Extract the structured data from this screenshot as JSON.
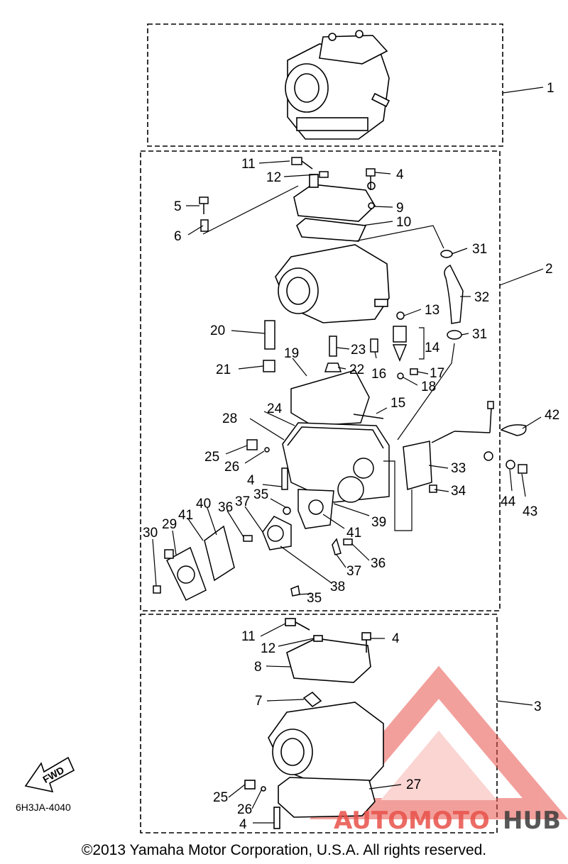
{
  "callouts": [
    {
      "id": "c1",
      "text": "1"
    },
    {
      "id": "c2",
      "text": "2"
    },
    {
      "id": "c3",
      "text": "3"
    },
    {
      "id": "c4a",
      "text": "4"
    },
    {
      "id": "c5",
      "text": "5"
    },
    {
      "id": "c6",
      "text": "6"
    },
    {
      "id": "c9",
      "text": "9"
    },
    {
      "id": "c10",
      "text": "10"
    },
    {
      "id": "c11a",
      "text": "11"
    },
    {
      "id": "c12a",
      "text": "12"
    },
    {
      "id": "c31a",
      "text": "31"
    },
    {
      "id": "c32",
      "text": "32"
    },
    {
      "id": "c13",
      "text": "13"
    },
    {
      "id": "c31b",
      "text": "31"
    },
    {
      "id": "c14",
      "text": "14"
    },
    {
      "id": "c20",
      "text": "20"
    },
    {
      "id": "c23",
      "text": "23"
    },
    {
      "id": "c16",
      "text": "16"
    },
    {
      "id": "c21",
      "text": "21"
    },
    {
      "id": "c22",
      "text": "22"
    },
    {
      "id": "c19",
      "text": "19"
    },
    {
      "id": "c17",
      "text": "17"
    },
    {
      "id": "c18",
      "text": "18"
    },
    {
      "id": "c15",
      "text": "15"
    },
    {
      "id": "c24",
      "text": "24"
    },
    {
      "id": "c28",
      "text": "28"
    },
    {
      "id": "c42",
      "text": "42"
    },
    {
      "id": "c25a",
      "text": "25"
    },
    {
      "id": "c26a",
      "text": "26"
    },
    {
      "id": "c33",
      "text": "33"
    },
    {
      "id": "c4b",
      "text": "4"
    },
    {
      "id": "c34",
      "text": "34"
    },
    {
      "id": "c35a",
      "text": "35"
    },
    {
      "id": "c44",
      "text": "44"
    },
    {
      "id": "c43",
      "text": "43"
    },
    {
      "id": "c37a",
      "text": "37"
    },
    {
      "id": "c36a",
      "text": "36"
    },
    {
      "id": "c40",
      "text": "40"
    },
    {
      "id": "c41a",
      "text": "41"
    },
    {
      "id": "c29",
      "text": "29"
    },
    {
      "id": "c30",
      "text": "30"
    },
    {
      "id": "c39",
      "text": "39"
    },
    {
      "id": "c41b",
      "text": "41"
    },
    {
      "id": "c36b",
      "text": "36"
    },
    {
      "id": "c37b",
      "text": "37"
    },
    {
      "id": "c38",
      "text": "38"
    },
    {
      "id": "c35b",
      "text": "35"
    },
    {
      "id": "c11b",
      "text": "11"
    },
    {
      "id": "c12b",
      "text": "12"
    },
    {
      "id": "c4c",
      "text": "4"
    },
    {
      "id": "c8",
      "text": "8"
    },
    {
      "id": "c7",
      "text": "7"
    },
    {
      "id": "c27",
      "text": "27"
    },
    {
      "id": "c25b",
      "text": "25"
    },
    {
      "id": "c26b",
      "text": "26"
    },
    {
      "id": "c4d",
      "text": "4"
    }
  ],
  "fwd_label": "FWD",
  "diagram_code": "6H3JA-4040",
  "copyright": "©2013 Yamaha Motor Corporation, U.S.A. All rights reserved.",
  "watermark": {
    "part1": "AUTOMOTO",
    "part2": "HUB",
    "color_primary": "#e8524a",
    "color_secondary": "#3a3a3a"
  }
}
